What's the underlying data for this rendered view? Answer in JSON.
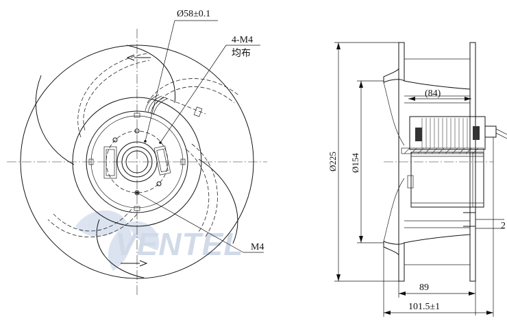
{
  "front_view": {
    "dim_hub_diameter": "Ø58±0.1",
    "dim_holes_line1": "4-M4",
    "dim_holes_line2": "均布",
    "dim_screw": "M4"
  },
  "side_view": {
    "dim_outer_diameter": "Ø225",
    "dim_inner_diameter": "Ø154",
    "dim_motor_width": "(84)",
    "dim_depth_89": "89",
    "dim_depth_total": "101.5±1",
    "dim_right_partial": "2"
  },
  "watermark": {
    "text": "VENTEL",
    "color": "#c9d4e6"
  }
}
